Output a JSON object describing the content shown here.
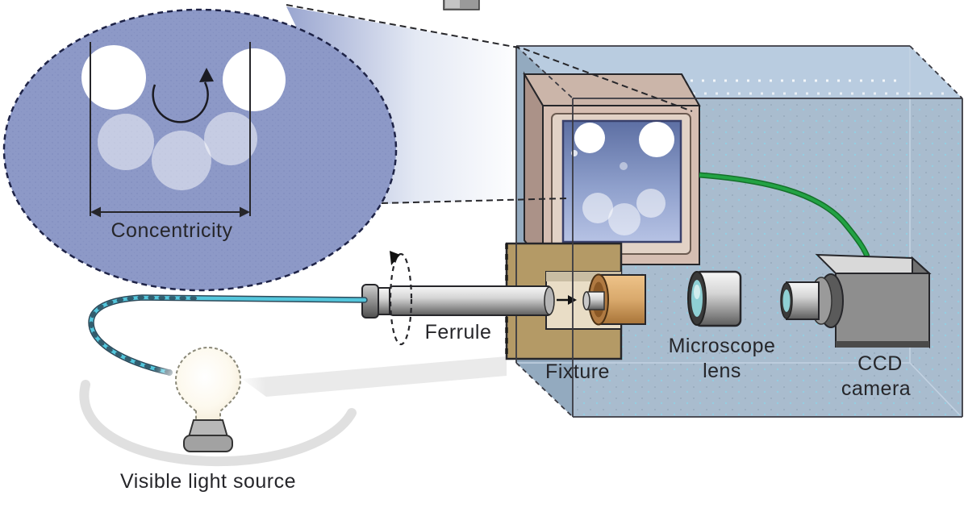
{
  "diagram": {
    "description": "Fiber-optic ferrule concentricity inspection setup",
    "labels": {
      "concentricity": "Concentricity",
      "ferrule": "Ferrule",
      "fixture": "Fixture",
      "microscope_line1": "Microscope",
      "microscope_line2": "lens",
      "ccd_line1": "CCD",
      "ccd_line2": "camera",
      "light_source": "Visible light source"
    },
    "colors": {
      "ellipse_fill": "#8d99c7",
      "ellipse_border": "#1e2347",
      "box_top": "#b9cce0",
      "box_front": "#a9bcce",
      "box_left": "#93aabf",
      "monitor_front": "#d6beb2",
      "monitor_top": "#cbb5a9",
      "monitor_left": "#ab9288",
      "monitor_bezel": "#e2d2c6",
      "screen_top": "#5d6fa3",
      "screen_mid": "#8fa0cc",
      "screen_bottom": "#b6c2e4",
      "fixture_tan": "#b49a66",
      "fixture_notch": "#e9ddc6",
      "copper_light": "#eec389",
      "copper_mid": "#d9a96c",
      "copper_dark": "#a87438",
      "fiber_cyan": "#53c6dc",
      "cable_green": "#22a244",
      "camera_front": "#8e8e8e",
      "camera_top": "#d9d9d9",
      "lens_teal": "#8fd0d4"
    }
  }
}
